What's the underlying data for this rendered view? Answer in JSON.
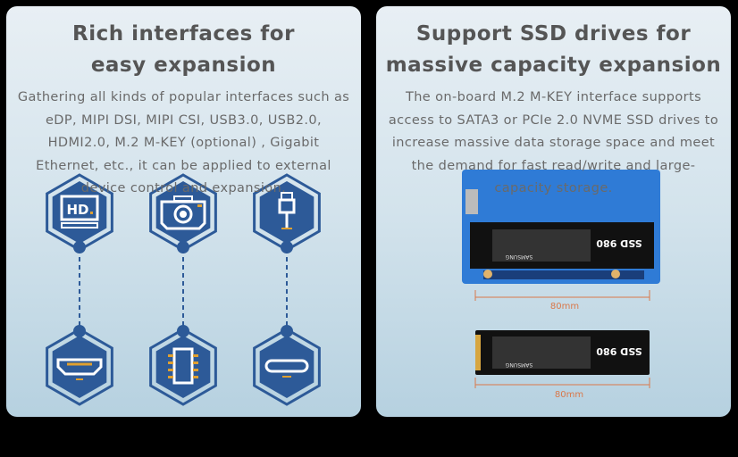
{
  "left_panel": {
    "title": "Rich interfaces for easy expansion",
    "body": "Gathering all kinds of popular interfaces such as eDP, MIPI DSI, MIPI CSI, USB3.0, USB2.0, HDMI2.0, M.2 M-KEY (optional) , Gigabit Ethernet, etc., it can be applied to external device control and expansion.",
    "icons": [
      "hd-display-icon",
      "camera-icon",
      "usb-icon",
      "hdmi-icon",
      "chip-icon",
      "usb-c-icon"
    ],
    "icon_labels": {
      "hd": "HD"
    }
  },
  "right_panel": {
    "title": "Support SSD drives for massive capacity expansion",
    "body": "The on-board M.2 M-KEY interface supports access to SATA3 or PCIe 2.0 NVME SSD drives to increase massive data storage space and meet the demand for fast read/write and large-capacity storage.",
    "ssd_brand": "SAMSUNG",
    "ssd_model": "SSD 980",
    "dimension_top": "80mm",
    "dimension_bottom": "80mm"
  },
  "colors": {
    "icon_blue": "#2d5a98",
    "accent_orange": "#e0a030",
    "dimension": "#d9784a"
  }
}
